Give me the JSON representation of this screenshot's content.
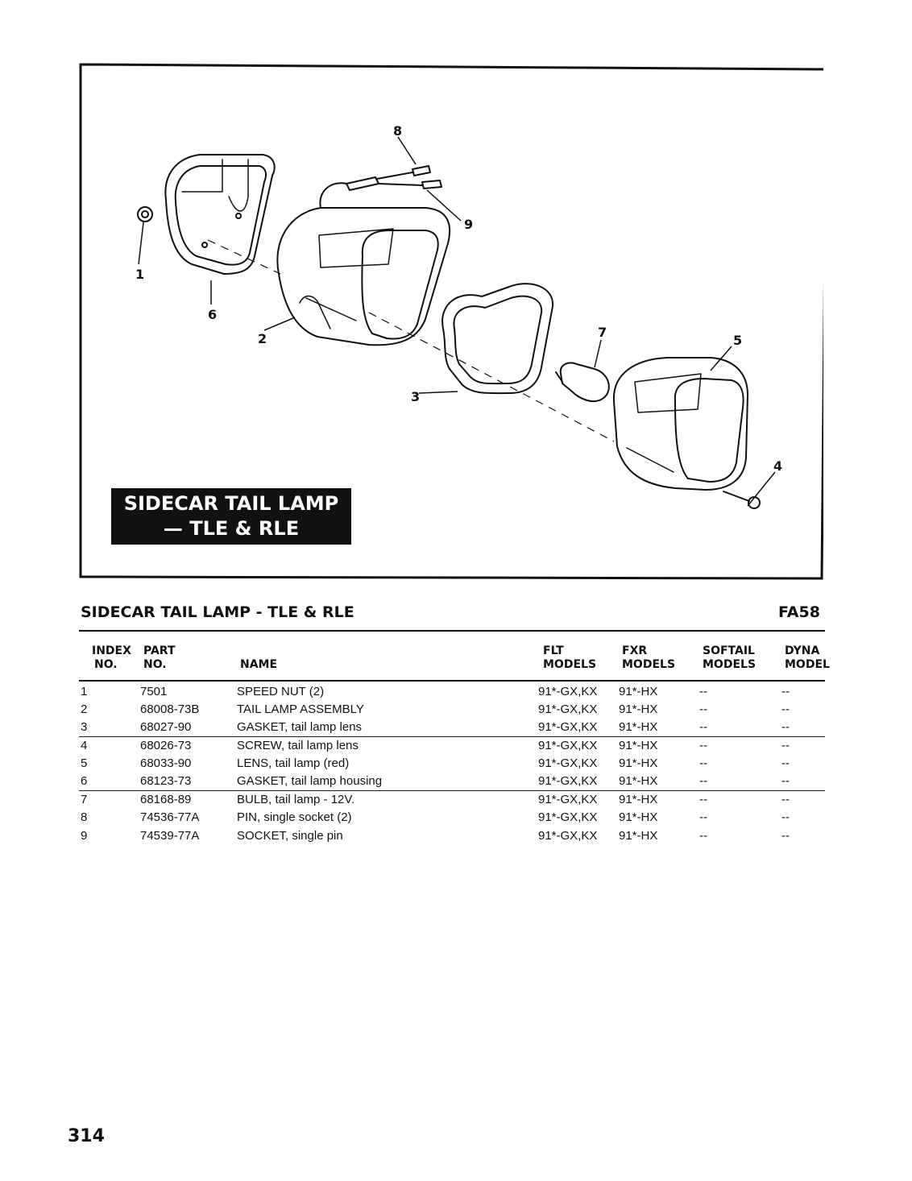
{
  "diagram": {
    "title_line1": "SIDECAR TAIL LAMP",
    "title_line2": "— TLE & RLE",
    "callouts": [
      "1",
      "2",
      "3",
      "4",
      "5",
      "6",
      "7",
      "8",
      "9"
    ]
  },
  "section": {
    "title": "SIDECAR TAIL LAMP - TLE & RLE",
    "code": "FA58"
  },
  "table": {
    "headers": {
      "index": [
        "INDEX",
        "NO."
      ],
      "part": [
        "PART",
        "NO."
      ],
      "name": [
        "",
        "NAME"
      ],
      "flt": [
        "FLT",
        "MODELS"
      ],
      "fxr": [
        "FXR",
        "MODELS"
      ],
      "softail": [
        "SOFTAIL",
        "MODELS"
      ],
      "dyna": [
        "DYNA",
        "MODEL"
      ]
    },
    "rows": [
      {
        "index": "1",
        "part": "7501",
        "name": "SPEED NUT (2)",
        "flt": "91*-GX,KX",
        "fxr": "91*-HX",
        "softail": "--",
        "dyna": "--"
      },
      {
        "index": "2",
        "part": "68008-73B",
        "name": "TAIL LAMP ASSEMBLY",
        "flt": "91*-GX,KX",
        "fxr": "91*-HX",
        "softail": "--",
        "dyna": "--"
      },
      {
        "index": "3",
        "part": "68027-90",
        "name": "GASKET, tail lamp lens",
        "flt": "91*-GX,KX",
        "fxr": "91*-HX",
        "softail": "--",
        "dyna": "--"
      },
      {
        "index": "4",
        "part": "68026-73",
        "name": "SCREW, tail lamp lens",
        "flt": "91*-GX,KX",
        "fxr": "91*-HX",
        "softail": "--",
        "dyna": "--"
      },
      {
        "index": "5",
        "part": "68033-90",
        "name": "LENS, tail lamp (red)",
        "flt": "91*-GX,KX",
        "fxr": "91*-HX",
        "softail": "--",
        "dyna": "--"
      },
      {
        "index": "6",
        "part": "68123-73",
        "name": "GASKET, tail lamp housing",
        "flt": "91*-GX,KX",
        "fxr": "91*-HX",
        "softail": "--",
        "dyna": "--"
      },
      {
        "index": "7",
        "part": "68168-89",
        "name": "BULB, tail lamp - 12V.",
        "flt": "91*-GX,KX",
        "fxr": "91*-HX",
        "softail": "--",
        "dyna": "--"
      },
      {
        "index": "8",
        "part": "74536-77A",
        "name": "PIN, single socket (2)",
        "flt": "91*-GX,KX",
        "fxr": "91*-HX",
        "softail": "--",
        "dyna": "--"
      },
      {
        "index": "9",
        "part": "74539-77A",
        "name": "SOCKET, single pin",
        "flt": "91*-GX,KX",
        "fxr": "91*-HX",
        "softail": "--",
        "dyna": "--"
      }
    ]
  },
  "page": {
    "number": "314"
  }
}
